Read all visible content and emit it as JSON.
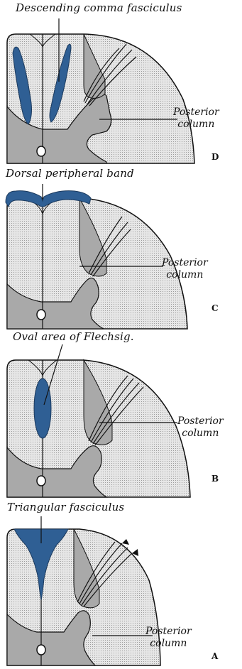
{
  "panels": [
    {
      "id": "D",
      "title": "Descending comma fasciculus",
      "label_line1": "Posterior",
      "label_line2": "column",
      "letter": "D"
    },
    {
      "id": "C",
      "title": "Dorsal peripheral band",
      "label_line1": "Posterior",
      "label_line2": "column",
      "letter": "C"
    },
    {
      "id": "B",
      "title": "Oval area of Flechsig.",
      "label_line1": "Posterior",
      "label_line2": "column",
      "letter": "B"
    },
    {
      "id": "A",
      "title": "Triangular fasciculus",
      "label_line1": "Posterior",
      "label_line2": "column",
      "letter": "A"
    }
  ],
  "colors": {
    "highlight": "#2f5f94",
    "outline": "#111111",
    "grey_matter": "#a6a6a6",
    "white_matter": "#e4e4e4"
  }
}
